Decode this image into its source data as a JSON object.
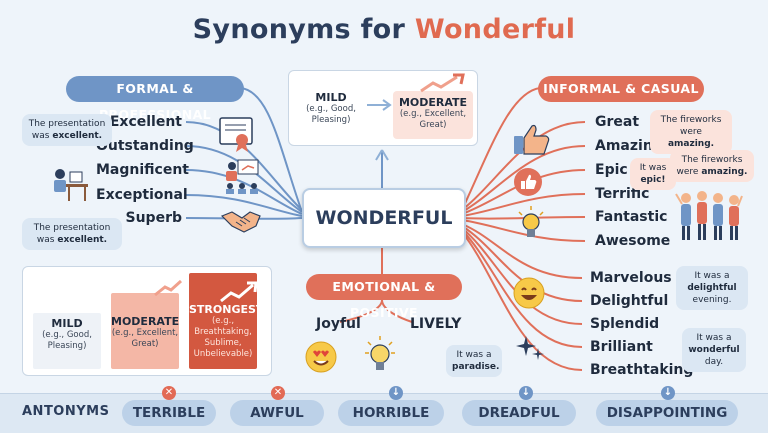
{
  "title": {
    "prefix": "Synonyms for",
    "highlight": "Wonderful"
  },
  "center": "WONDERFUL",
  "scale": {
    "mild": {
      "label": "MILD",
      "examples": "(e.g., Good, Pleasing)"
    },
    "moderate": {
      "label": "MODERATE",
      "examples": "(e.g., Excellent, Great)"
    }
  },
  "formal": {
    "heading": "FORMAL & PROFESSIONAL",
    "words": [
      "Excellent",
      "Outstanding",
      "Magnificent",
      "Exceptional",
      "Superb"
    ],
    "example_top": {
      "text": "The presentation was",
      "bold": "excellent."
    },
    "example_bottom": {
      "text": "The presentation was",
      "bold": "excellent."
    }
  },
  "informal": {
    "heading": "INFORMAL & CASUAL",
    "words": [
      "Great",
      "Amazing",
      "Epic",
      "Terrific",
      "Fantastic",
      "Awesome"
    ],
    "example_1": {
      "text": "The fireworks were",
      "bold": "amazing."
    },
    "example_2": {
      "text": "It was",
      "bold": "epic!"
    },
    "example_3": {
      "text": "The fireworks were",
      "bold": "amazing."
    }
  },
  "emotional": {
    "heading": "EMOTIONAL & POSITIVE",
    "words": [
      "Joyful",
      "LIVELY"
    ],
    "example": {
      "text": "It was a",
      "bold": "paradise."
    }
  },
  "right_lower": {
    "words": [
      "Marvelous",
      "Delightful",
      "Splendid",
      "Brilliant",
      "Breathtaking"
    ],
    "example_1": {
      "text": "It was a",
      "bold": "delightful",
      "tail": "evening."
    },
    "example_2": {
      "text": "It was a",
      "bold": "wonderful",
      "tail": "day."
    }
  },
  "intensity_chart": {
    "levels": [
      {
        "label": "MILD",
        "examples": "(e.g., Good, Pleasing)"
      },
      {
        "label": "MODERATE",
        "examples": "(e.g., Excellent, Great)"
      },
      {
        "label": "STRONGEST",
        "examples": "(e.g., Breathtaking, Sublime, Unbelievable)"
      }
    ]
  },
  "antonyms": {
    "label": "ANTONYMS",
    "words": [
      "TERRIBLE",
      "AWFUL",
      "HORRIBLE",
      "DREADFUL",
      "DISAPPOINTING"
    ]
  },
  "colors": {
    "accent": "#e06a50",
    "blue": "#6f95c6",
    "navy": "#2c3e5c"
  }
}
